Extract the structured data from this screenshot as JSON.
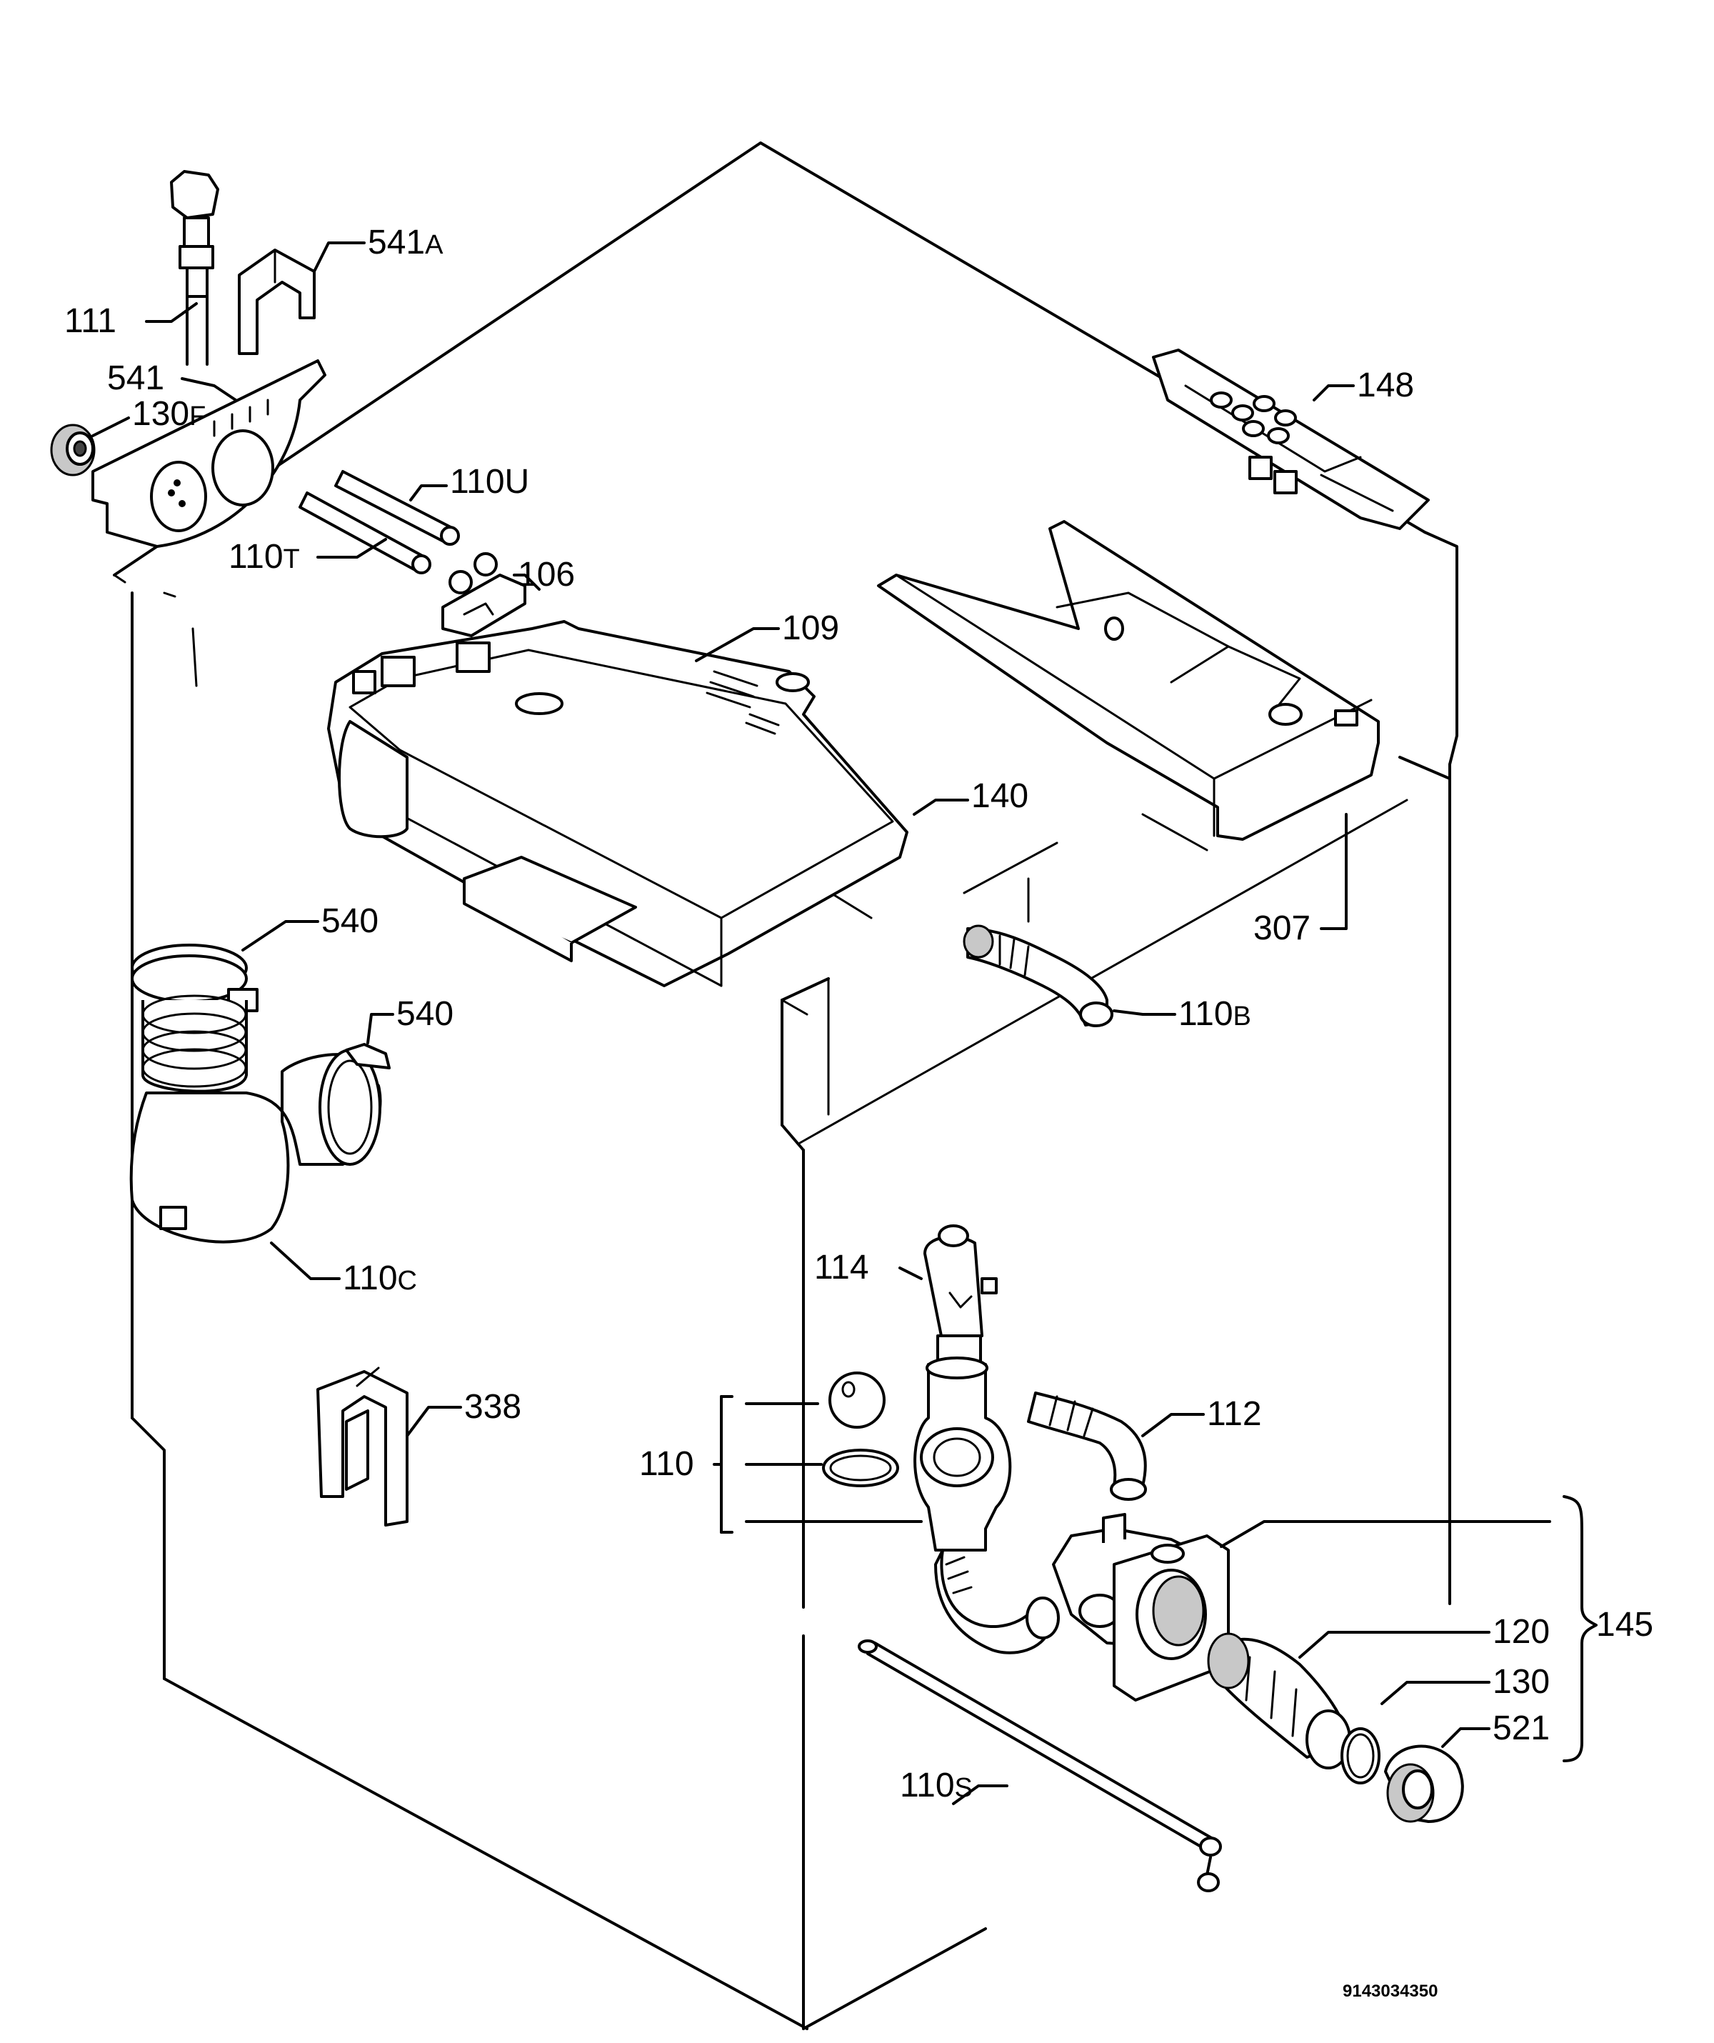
{
  "labels": {
    "l111": "111",
    "l541a_num": "541",
    "l541a_suf": "A",
    "l541": "541",
    "l130f_num": "130",
    "l130f_suf": "F",
    "l110u": "110U",
    "l110t_num": "110",
    "l110t_suf": "T",
    "l106": "106",
    "l109": "109",
    "l148": "148",
    "l140": "140",
    "l307": "307",
    "l540a": "540",
    "l540b": "540",
    "l110b_num": "110",
    "l110b_suf": "B",
    "l110c_num": "110",
    "l110c_suf": "C",
    "l114": "114",
    "l338": "338",
    "l112": "112",
    "l110": "110",
    "l145": "145",
    "l120": "120",
    "l130": "130",
    "l521": "521",
    "l110s_num": "110",
    "l110s_suf": "S"
  },
  "doc_number": "9143034350"
}
